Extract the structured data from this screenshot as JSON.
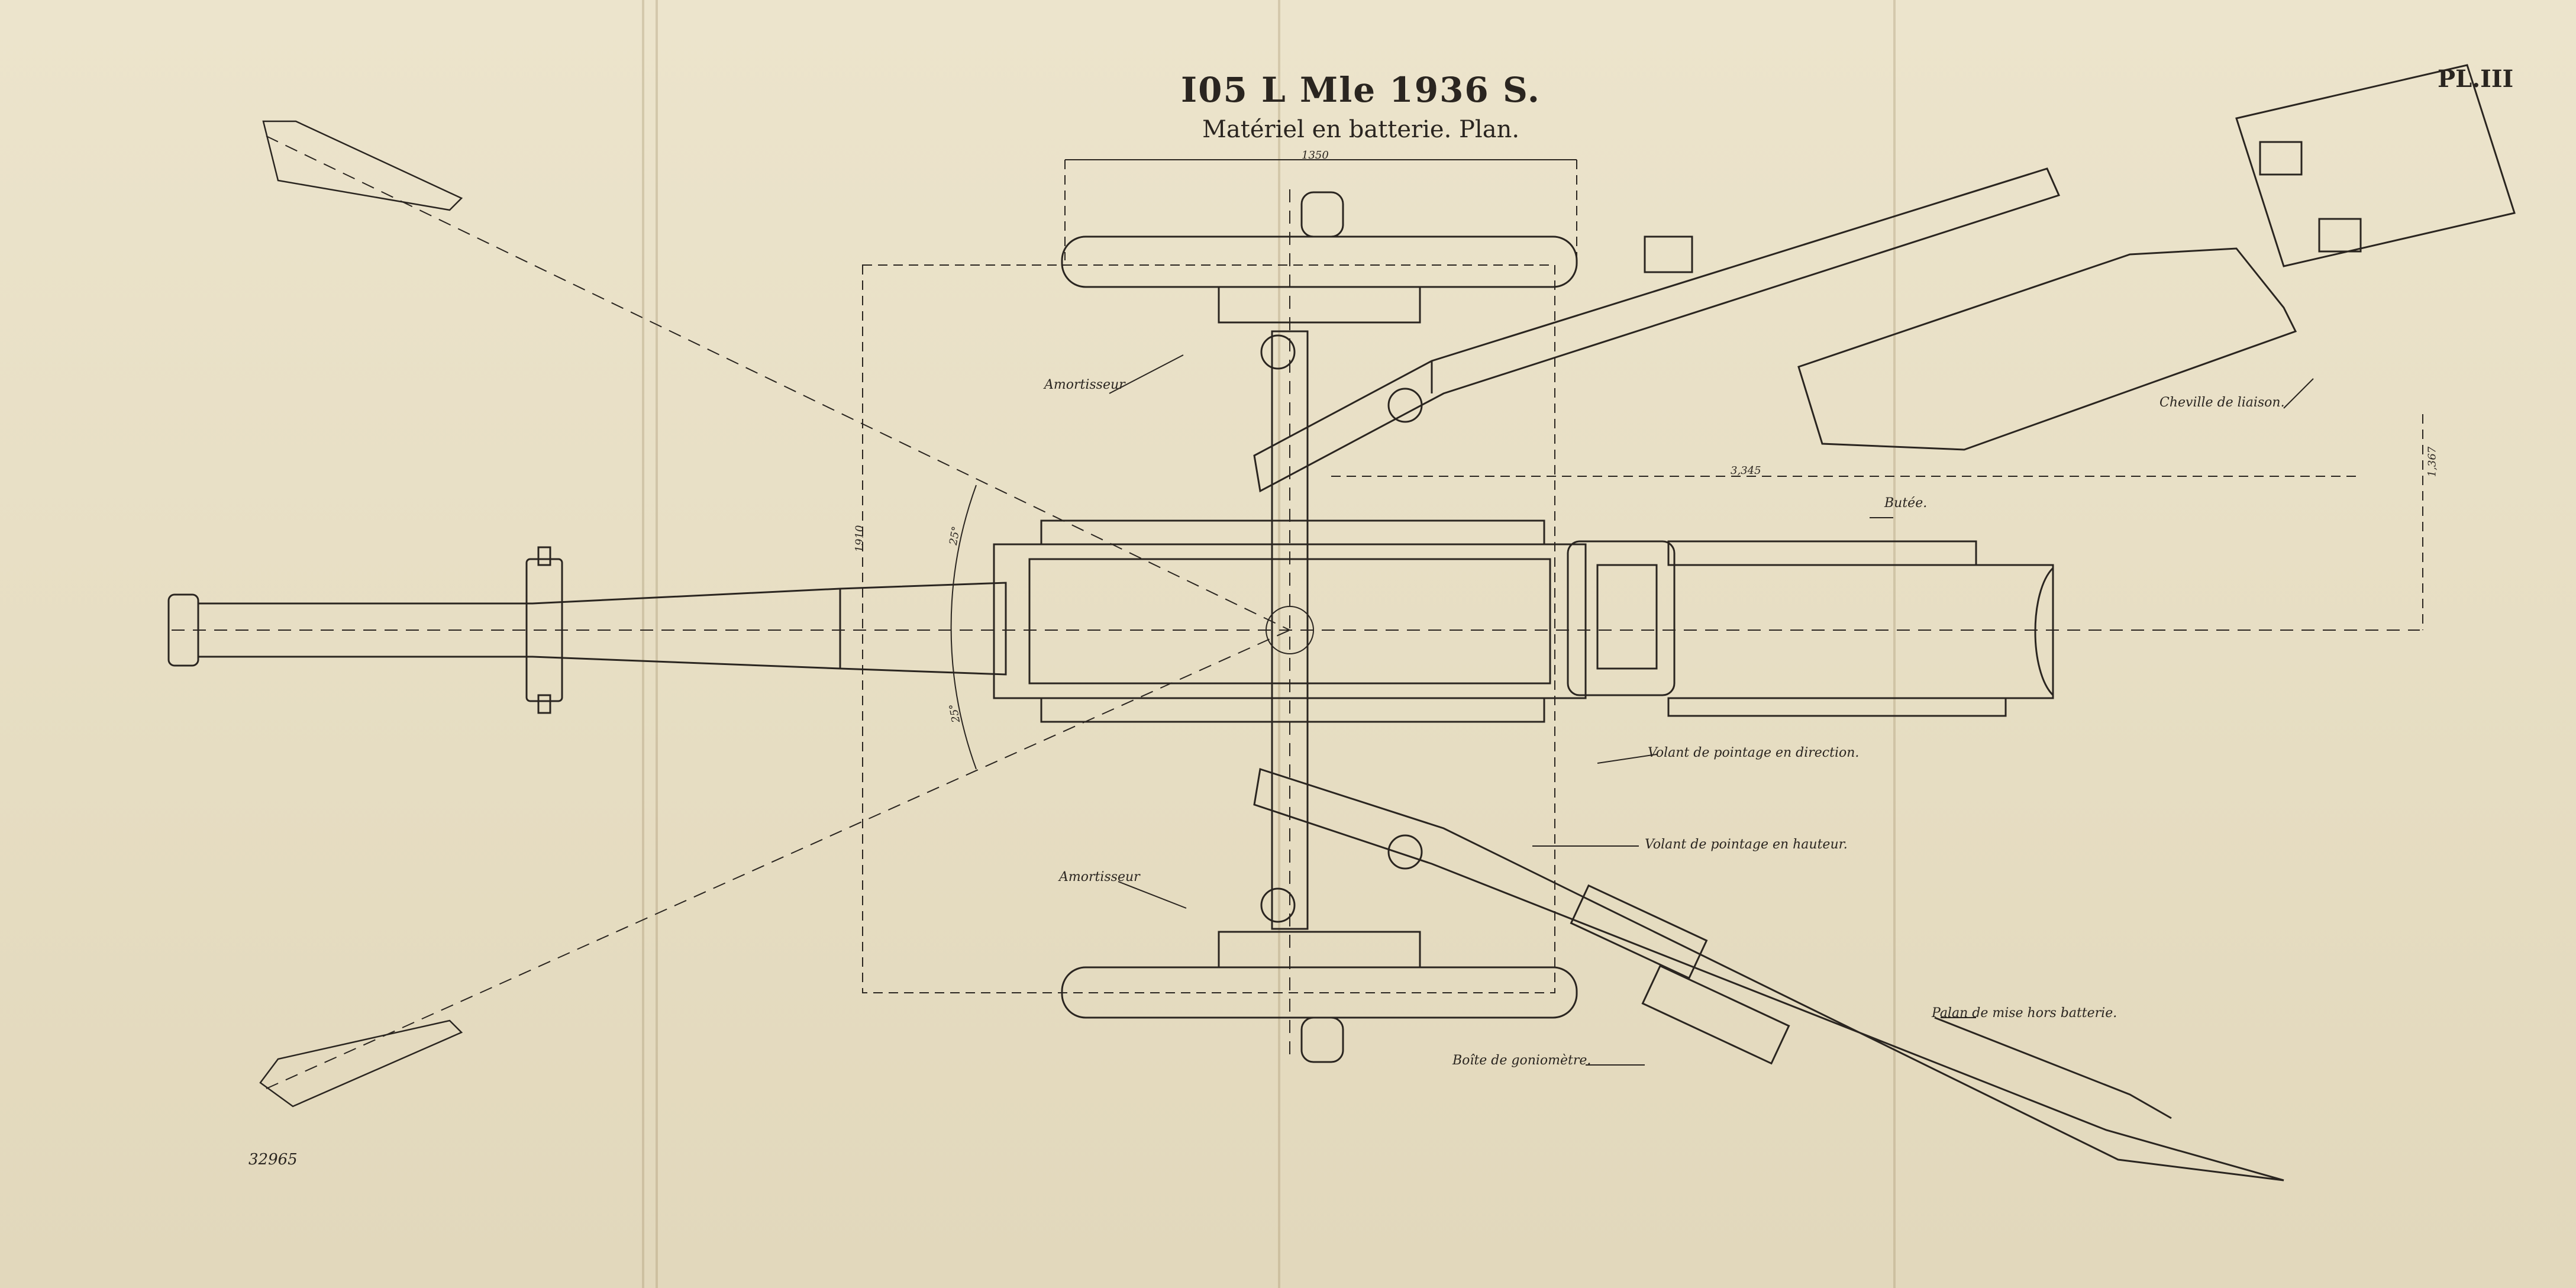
{
  "title": {
    "main": "I05 L  Mle 1936 S.",
    "subtitle": "Matériel en batterie. Plan."
  },
  "plate": "PL.III",
  "labels": {
    "amortisseur_top": "Amortisseur",
    "amortisseur_bottom": "Amortisseur",
    "volant_direction": "Volant de pointage en direction.",
    "volant_hauteur": "Volant de pointage en hauteur.",
    "boite_goniometre": "Boîte de goniomètre.",
    "cheville": "Cheville de liaison.",
    "butee": "Butée.",
    "palan": "Palan de mise hors batterie."
  },
  "dimensions": {
    "width_top": "1350",
    "trail_span": "3,345",
    "height_right": "1,367",
    "left_vertical": "1910",
    "angle_upper": "25°",
    "angle_lower": "25°"
  },
  "reference_number": "32965",
  "colors": {
    "paper": "#e8dfc6",
    "ink": "#2a2520"
  }
}
